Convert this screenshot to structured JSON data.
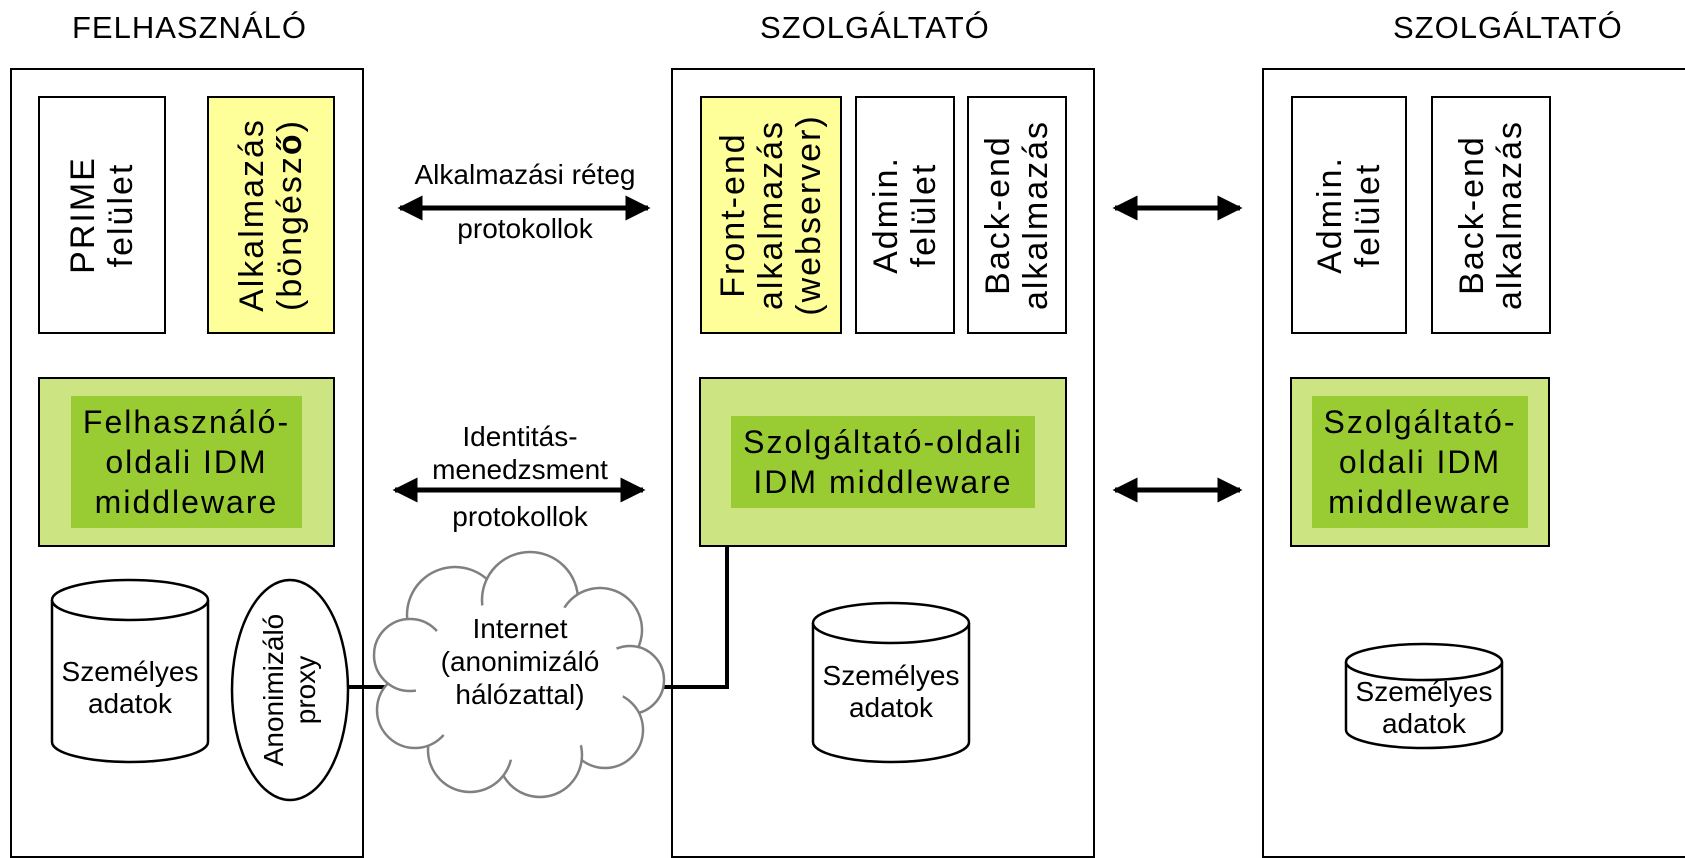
{
  "columns": {
    "user": {
      "title": "FELHASZNÁLÓ"
    },
    "provider1": {
      "title": "SZOLGÁLTATÓ"
    },
    "provider2": {
      "title": "SZOLGÁLTATÓ"
    }
  },
  "user": {
    "prime": {
      "line1": "PRIME",
      "line2": "felület"
    },
    "app": {
      "line1": "Alkalmazás",
      "line2a": "(böngész",
      "line2b": "ő",
      "line2c": ")"
    },
    "idm": {
      "line1": "Felhasználó-",
      "line2": "oldali IDM",
      "line3": "middleware"
    },
    "db": {
      "line1": "Személyes",
      "line2": "adatok"
    },
    "proxy": {
      "line1": "Anonimizáló",
      "line2": "proxy"
    }
  },
  "provider1": {
    "frontend": {
      "line1": "Front-end",
      "line2": "alkalmazás",
      "line3": "(webserver)"
    },
    "admin": {
      "line1": "Admin.",
      "line2": "felület"
    },
    "backend": {
      "line1": "Back-end",
      "line2": "alkalmazás"
    },
    "idm": {
      "line1": "Szolgáltató-oldali",
      "line2": "IDM middleware"
    },
    "db": {
      "line1": "Személyes",
      "line2": "adatok"
    }
  },
  "provider2": {
    "admin": {
      "line1": "Admin.",
      "line2": "felület"
    },
    "backend": {
      "line1": "Back-end",
      "line2": "alkalmazás"
    },
    "idm": {
      "line1": "Szolgáltató-",
      "line2": "oldali IDM",
      "line3": "middleware"
    },
    "db": {
      "line1": "Személyes",
      "line2": "adatok"
    }
  },
  "connections": {
    "app_protocols": {
      "line1": "Alkalmazási réteg",
      "line2": "protokollok"
    },
    "idm_protocols": {
      "line1": "Identitás-",
      "line2": "menedzsment",
      "line3": "protokollok"
    },
    "internet": {
      "line1": "Internet",
      "line2": "(anonimizáló",
      "line3": "hálózattal)"
    }
  }
}
